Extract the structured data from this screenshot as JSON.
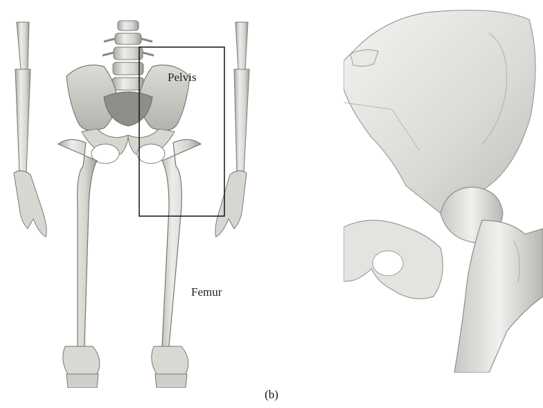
{
  "labels": {
    "pelvis": "Pelvis",
    "femur": "Femur"
  },
  "caption": "(b)",
  "colors": {
    "bone": "#e6e6e2",
    "bone_shade": "#b9b9b4",
    "bone_dark": "#8f8f8a",
    "outline": "#6b6b67",
    "box": "#111111"
  }
}
